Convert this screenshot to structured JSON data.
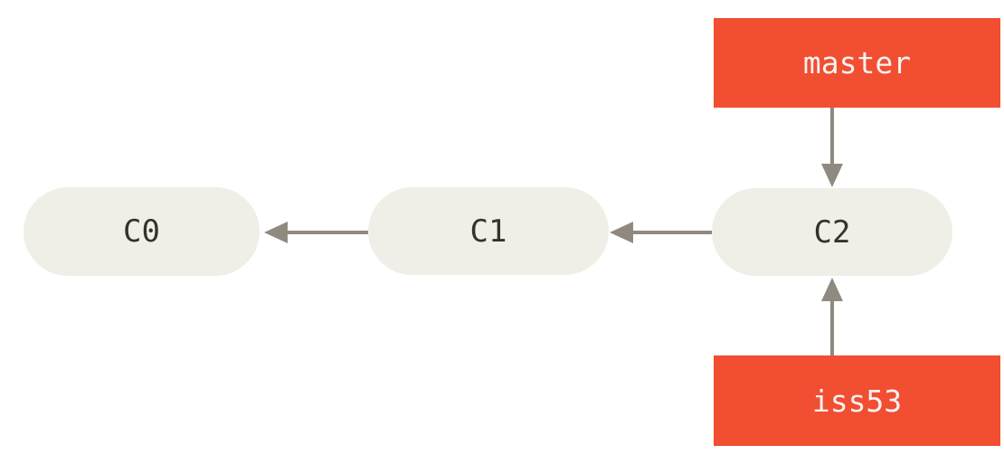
{
  "diagram": {
    "kind": "git-commit-graph",
    "commits": [
      {
        "id": "C0"
      },
      {
        "id": "C1"
      },
      {
        "id": "C2"
      }
    ],
    "branches": [
      {
        "name": "master",
        "points_to": "C2"
      },
      {
        "name": "iss53",
        "points_to": "C2"
      }
    ],
    "edges": [
      {
        "from": "C1",
        "to": "C0",
        "direction": "left"
      },
      {
        "from": "C2",
        "to": "C1",
        "direction": "left"
      },
      {
        "from": "master",
        "to": "C2",
        "direction": "down"
      },
      {
        "from": "iss53",
        "to": "C2",
        "direction": "up"
      }
    ]
  },
  "colors": {
    "background": "#FFFFFF",
    "commit_fill": "#F0EFE7",
    "commit_text": "#33322D",
    "branch_fill": "#F14E32",
    "branch_text": "#F6F3F0",
    "arrow": "#8F8980"
  }
}
